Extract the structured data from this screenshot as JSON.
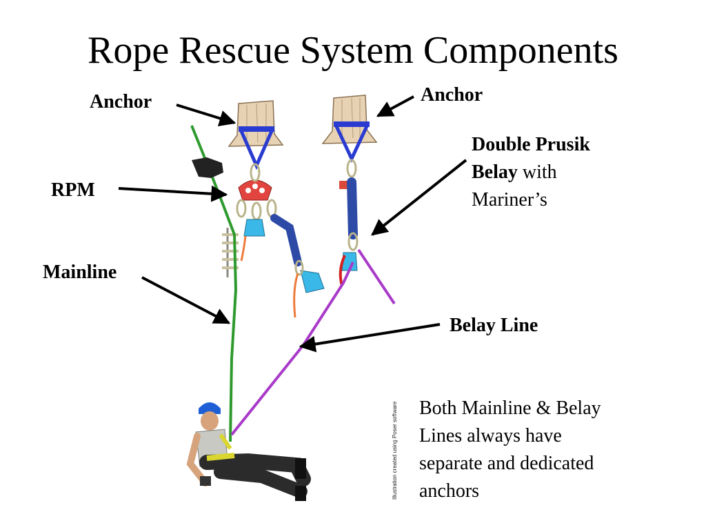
{
  "title": "Rope Rescue System Components",
  "labels": {
    "anchor_left": "Anchor",
    "anchor_right": "Anchor",
    "rpm": "RPM",
    "mainline": "Mainline",
    "belay_line": "Belay Line",
    "double_prusik_bold1": "Double Prusik",
    "double_prusik_bold2": "Belay",
    "double_prusik_rest1": " with",
    "double_prusik_rest2": "Mariner’s"
  },
  "note": {
    "line1": "Both Mainline & Belay",
    "line2": "Lines always have",
    "line3": "separate and dedicated",
    "line4": "anchors"
  },
  "credit": "Illustration created using Poser software",
  "colors": {
    "mainline": "#2e9a2e",
    "belay_line": "#a93ac9",
    "anchor_strap": "#2a3bd1",
    "rigging_plate": "#e2453f",
    "prusik_sling": "#2d4aa6",
    "pulley": "#3ab8e8",
    "helmet": "#1f5fd6"
  },
  "icons": [
    "tree-stump-icon",
    "carabiner-icon",
    "glove-icon",
    "pulley-icon",
    "rescuer-figure-icon",
    "arrow-icon"
  ]
}
